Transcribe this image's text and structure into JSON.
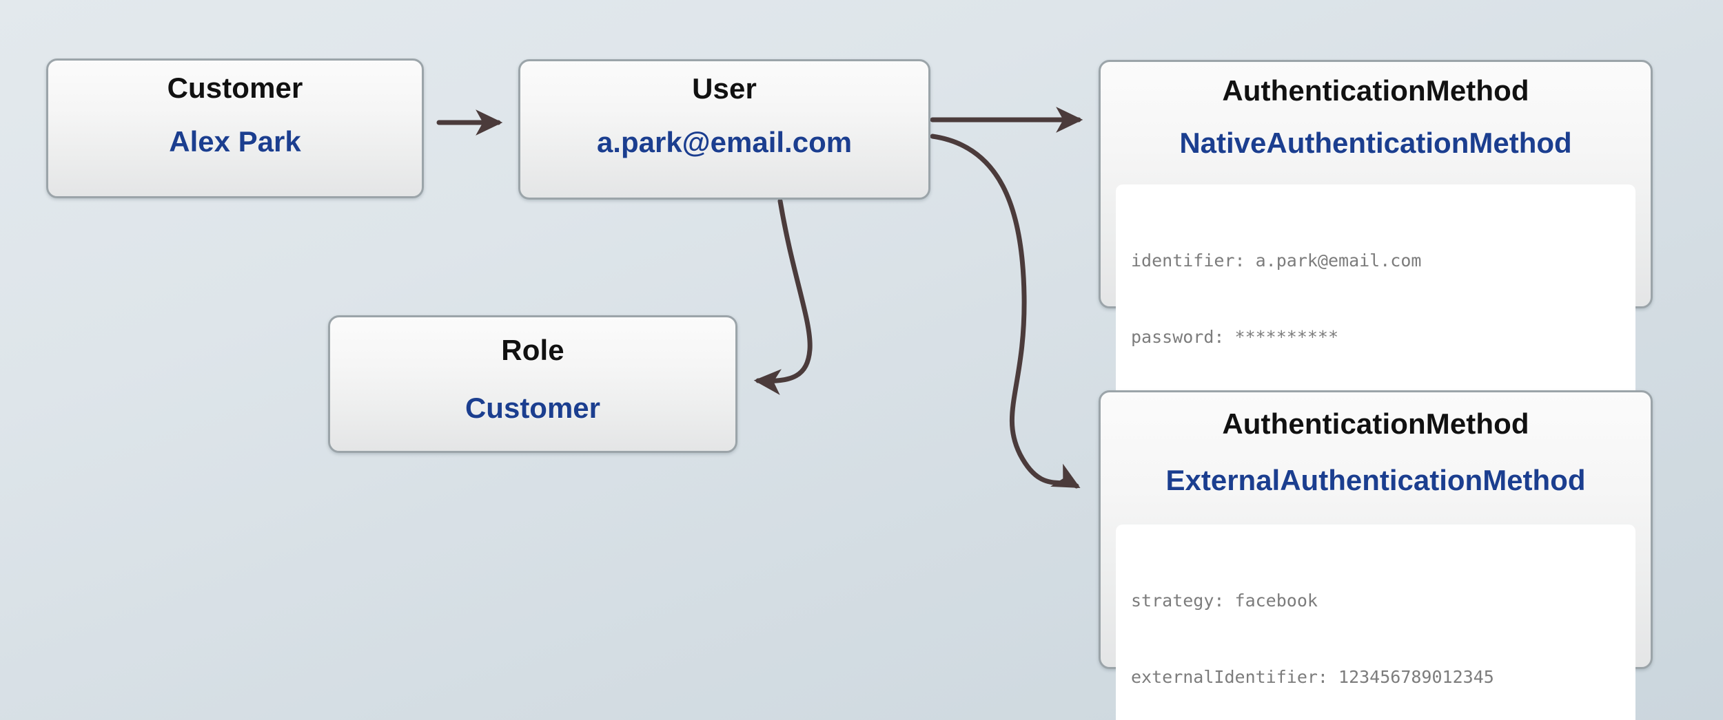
{
  "diagram": {
    "background_top_color": "#e3e9ed",
    "background_bottom_color": "#cbd6dd",
    "arrow_color": "#4b3b3b",
    "node_border_color": "#9ba4a9",
    "title_color": "#111111",
    "value_color": "#1b3e8f",
    "code_text_color": "#7c7c7c"
  },
  "nodes": {
    "customer": {
      "title": "Customer",
      "value": "Alex Park"
    },
    "user": {
      "title": "User",
      "value": "a.park@email.com"
    },
    "role": {
      "title": "Role",
      "value": "Customer"
    },
    "native_auth": {
      "title": "AuthenticationMethod",
      "value": "NativeAuthenticationMethod",
      "code": {
        "line1": "identifier: a.park@email.com",
        "line2": "password: **********"
      }
    },
    "external_auth": {
      "title": "AuthenticationMethod",
      "value": "ExternalAuthenticationMethod",
      "code": {
        "line1": "strategy: facebook",
        "line2": "externalIdentifier: 123456789012345"
      }
    }
  },
  "edges": [
    {
      "name": "customer-to-user",
      "from": "customer",
      "to": "user",
      "style": "straight"
    },
    {
      "name": "user-to-native-auth",
      "from": "user",
      "to": "native_auth",
      "style": "straight"
    },
    {
      "name": "user-to-role",
      "from": "user",
      "to": "role",
      "style": "curved"
    },
    {
      "name": "user-to-external-auth",
      "from": "user",
      "to": "external_auth",
      "style": "curved"
    }
  ]
}
